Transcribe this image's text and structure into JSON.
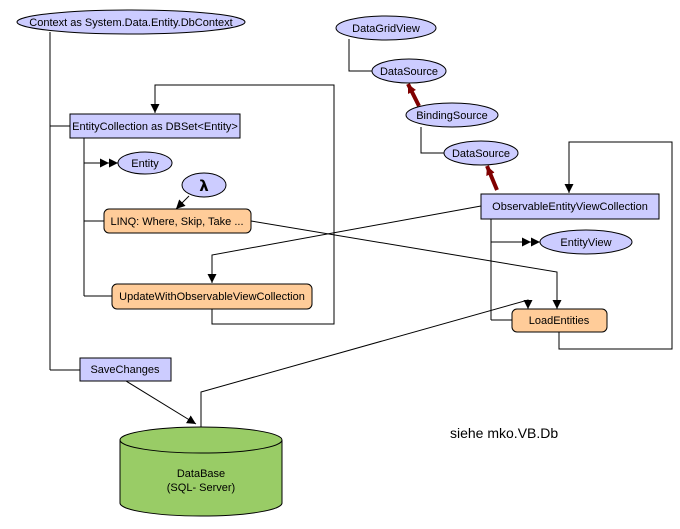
{
  "nodes": {
    "context": "Context as System.Data.Entity.DbContext",
    "entity_collection": "EntityCollection as DBSet<Entity>",
    "entity": "Entity",
    "lambda": "λ",
    "linq": "LINQ: Where, Skip, Take ...",
    "update": "UpdateWithObservableViewCollection",
    "save_changes": "SaveChanges",
    "database": "DataBase",
    "database_sub": "(SQL- Server)",
    "datagridview": "DataGridView",
    "datasource_top": "DataSource",
    "bindingsource": "BindingSource",
    "datasource_mid": "DataSource",
    "observable_collection": "ObservableEntityViewCollection",
    "entityview": "EntityView",
    "load_entities": "LoadEntities"
  },
  "note": "siehe mko.VB.Db",
  "colors": {
    "node_fill": "#ccccff",
    "method_fill": "#ffcc99",
    "database_fill": "#99cc66",
    "binding_arrow": "#800000"
  }
}
